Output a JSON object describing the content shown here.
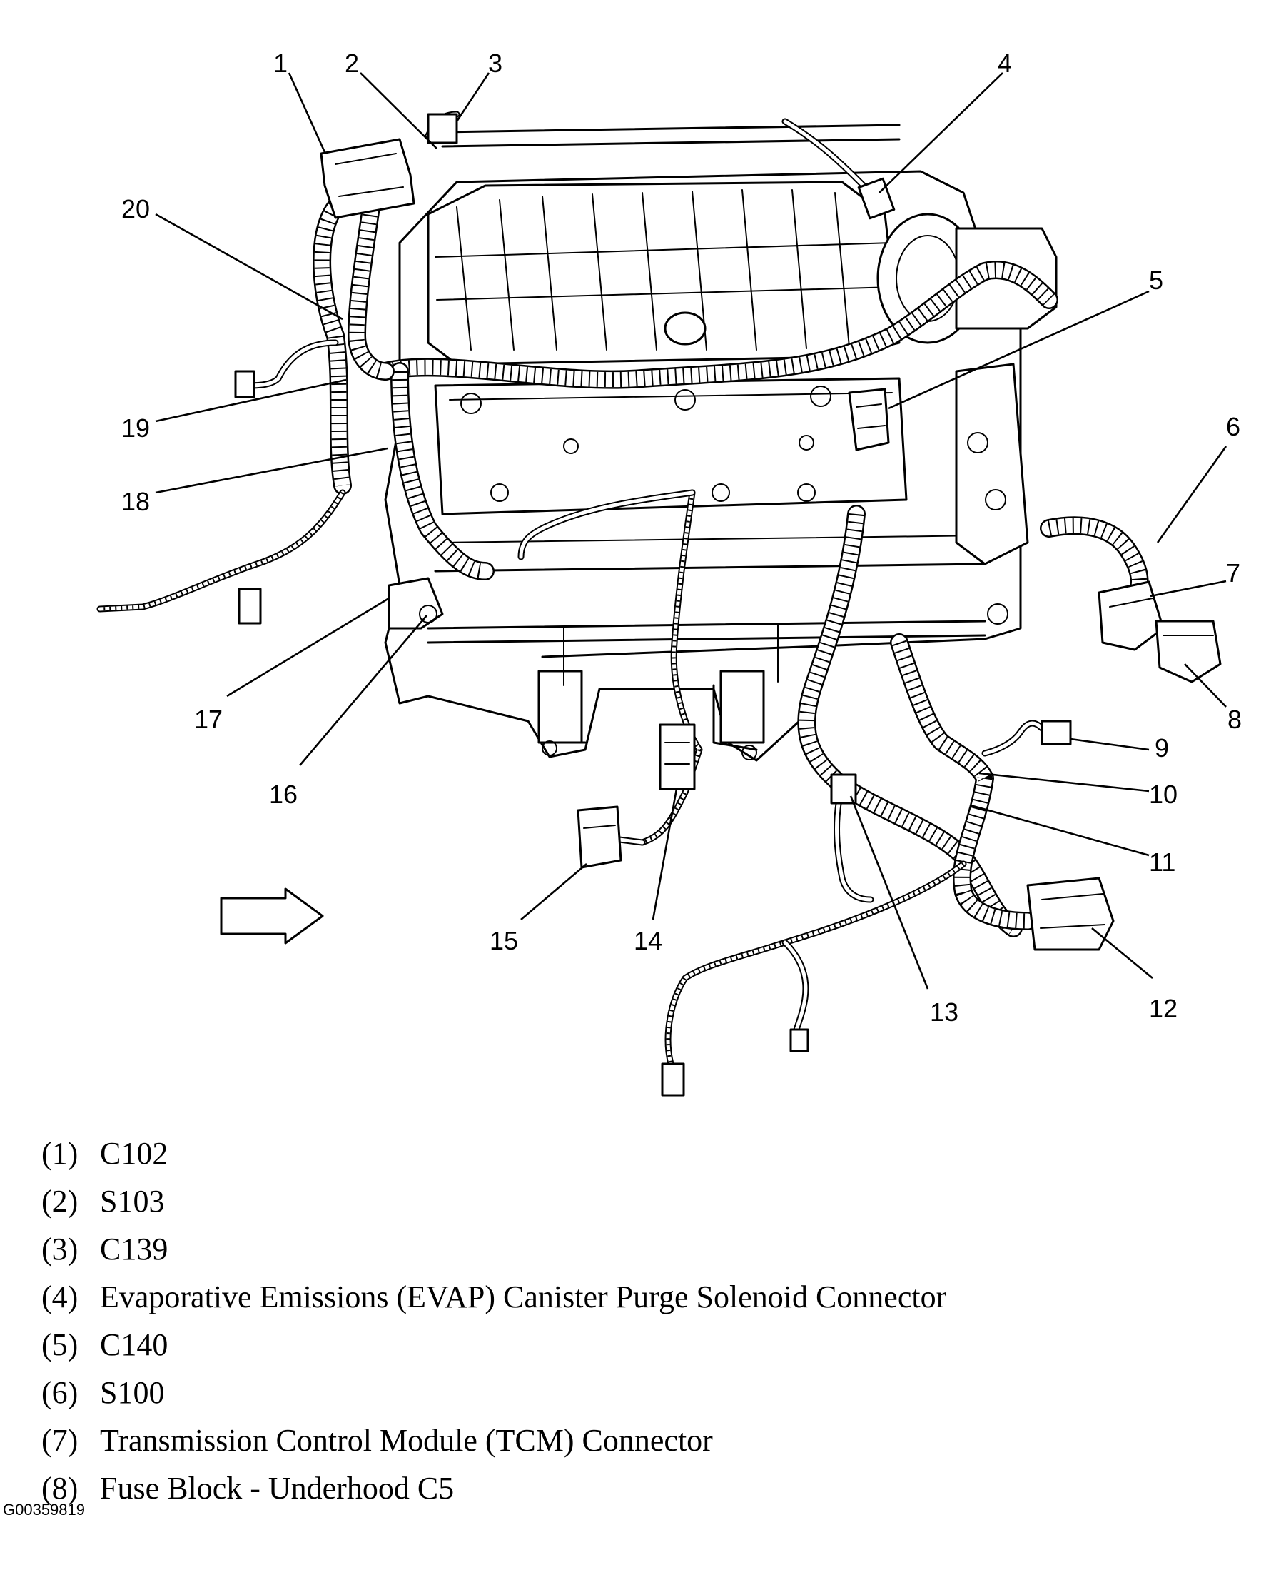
{
  "diagram": {
    "callouts": [
      "1",
      "2",
      "3",
      "4",
      "5",
      "6",
      "7",
      "8",
      "9",
      "10",
      "11",
      "12",
      "13",
      "14",
      "15",
      "16",
      "17",
      "18",
      "19",
      "20"
    ]
  },
  "legend": [
    {
      "key": "(1)",
      "text": "C102"
    },
    {
      "key": "(2)",
      "text": "S103"
    },
    {
      "key": "(3)",
      "text": "C139"
    },
    {
      "key": "(4)",
      "text": "Evaporative Emissions (EVAP) Canister Purge Solenoid Connector"
    },
    {
      "key": "(5)",
      "text": "C140"
    },
    {
      "key": "(6)",
      "text": "S100"
    },
    {
      "key": "(7)",
      "text": "Transmission Control Module (TCM) Connector"
    },
    {
      "key": "(8)",
      "text": "Fuse Block - Underhood C5"
    }
  ],
  "figure_id": "G00359819"
}
